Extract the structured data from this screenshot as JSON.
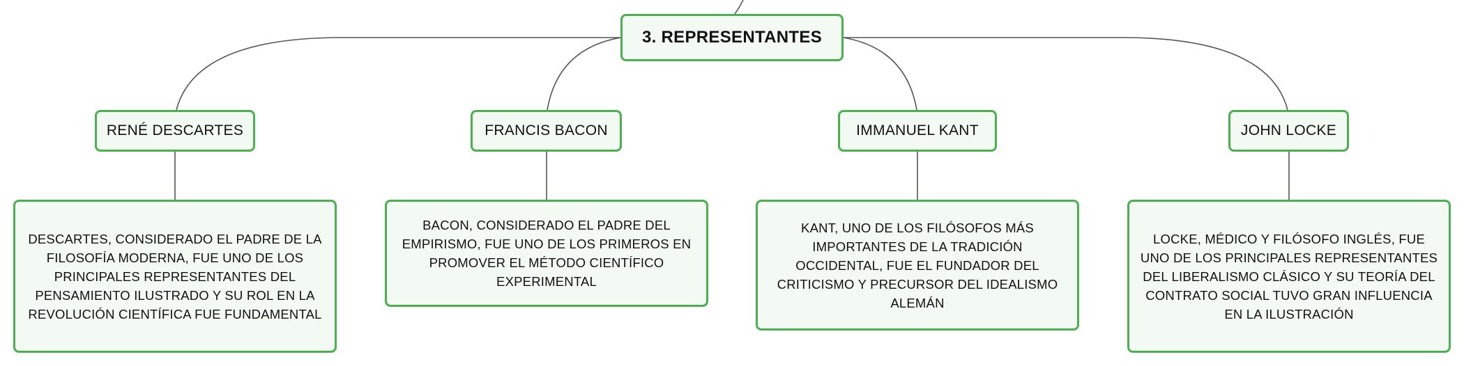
{
  "root": {
    "label": "3. REPRESENTANTES"
  },
  "branches": [
    {
      "name": "RENÉ DESCARTES",
      "description": "DESCARTES, CONSIDERADO EL PADRE DE LA FILOSOFÍA MODERNA, FUE UNO DE LOS PRINCIPALES REPRESENTANTES DEL PENSAMIENTO ILUSTRADO Y SU ROL EN LA REVOLUCIÓN CIENTÍFICA FUE FUNDAMENTAL"
    },
    {
      "name": "FRANCIS BACON",
      "description": "BACON, CONSIDERADO EL PADRE DEL EMPIRISMO, FUE UNO DE LOS PRIMEROS EN PROMOVER EL MÉTODO CIENTÍFICO EXPERIMENTAL"
    },
    {
      "name": "IMMANUEL KANT",
      "description": "KANT, UNO DE LOS FILÓSOFOS MÁS IMPORTANTES DE LA TRADICIÓN OCCIDENTAL, FUE EL FUNDADOR DEL CRITICISMO Y PRECURSOR DEL IDEALISMO ALEMÁN"
    },
    {
      "name": "JOHN LOCKE",
      "description": "LOCKE, MÉDICO Y FILÓSOFO INGLÉS, FUE UNO DE LOS PRINCIPALES REPRESENTANTES DEL LIBERALISMO CLÁSICO Y SU TEORÍA DEL CONTRATO SOCIAL TUVO GRAN INFLUENCIA EN LA ILUSTRACIÓN"
    }
  ],
  "colors": {
    "node_border": "#4caf50",
    "node_fill": "#f3f9f3",
    "connector": "#555555",
    "text": "#111111"
  }
}
